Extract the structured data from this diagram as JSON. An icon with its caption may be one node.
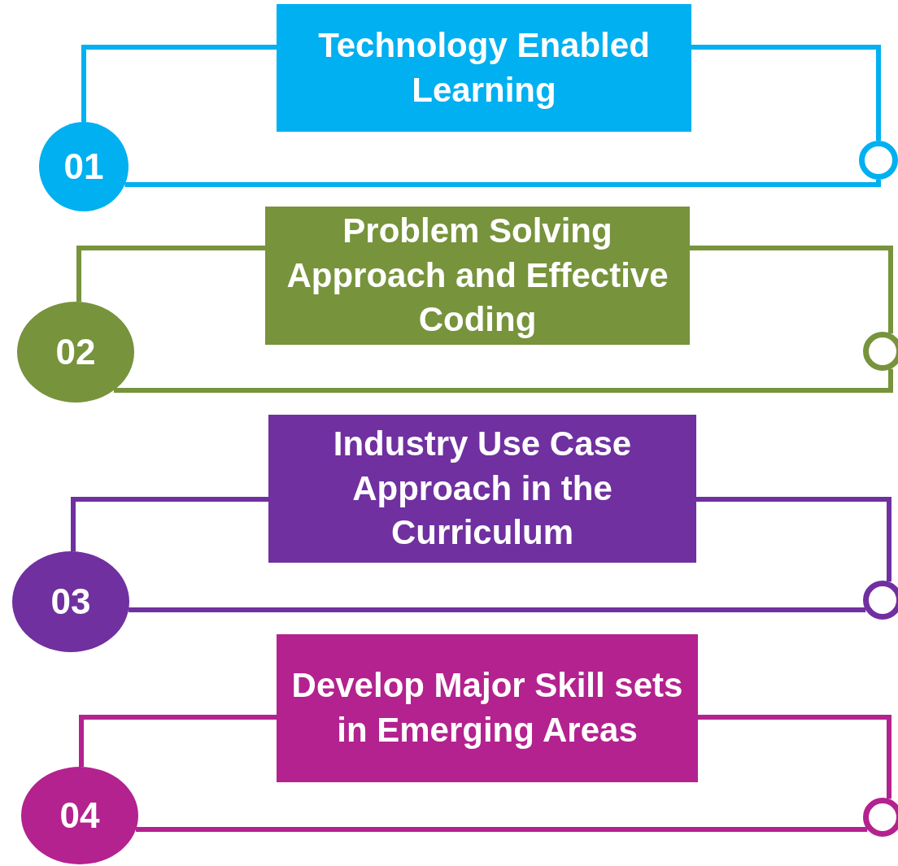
{
  "diagram": {
    "nodes": [
      {
        "text": [
          "Technology Enabled Learning"
        ]
      },
      {
        "text": [
          "01"
        ]
      },
      {
        "text": [],
        "shape": "circle"
      },
      {
        "text": [
          "Problem Solving Approach and Effective Coding"
        ]
      },
      {
        "text": [
          "02"
        ]
      },
      {
        "text": [],
        "shape": "circle"
      },
      {
        "text": [
          "Industry Use Case Approach in the Curriculum"
        ]
      },
      {
        "text": [
          "03"
        ]
      },
      {
        "text": [],
        "shape": "circle"
      },
      {
        "text": [
          "Develop Major Skill sets in Emerging Areas"
        ]
      },
      {
        "text": [
          "04"
        ]
      },
      {
        "text": [],
        "shape": "circle"
      }
    ],
    "edges": [
      {
        "from": 1,
        "to": 0,
        "arrow": "none",
        "color": "#00b0f0"
      },
      {
        "from": 0,
        "to": 2,
        "arrow": "none",
        "color": "#00b0f0"
      },
      {
        "from": 2,
        "to": 1,
        "arrow": "none",
        "color": "#00b0f0"
      },
      {
        "from": 4,
        "to": 3,
        "arrow": "none",
        "color": "#77933c"
      },
      {
        "from": 3,
        "to": 5,
        "arrow": "none",
        "color": "#77933c"
      },
      {
        "from": 5,
        "to": 4,
        "arrow": "none",
        "color": "#77933c"
      },
      {
        "from": 7,
        "to": 6,
        "arrow": "none",
        "color": "#7030a0"
      },
      {
        "from": 6,
        "to": 8,
        "arrow": "none",
        "color": "#7030a0"
      },
      {
        "from": 8,
        "to": 7,
        "arrow": "none",
        "color": "#7030a0"
      },
      {
        "from": 10,
        "to": 9,
        "arrow": "none",
        "color": "#b3228f"
      },
      {
        "from": 9,
        "to": 11,
        "arrow": "none",
        "color": "#b3228f"
      },
      {
        "from": 11,
        "to": 10,
        "arrow": "none",
        "color": "#b3228f"
      }
    ]
  }
}
